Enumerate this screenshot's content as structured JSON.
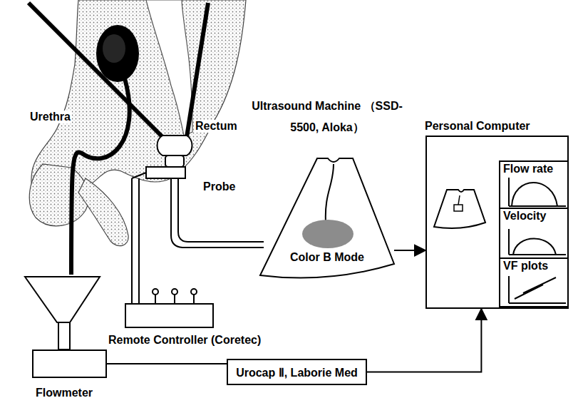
{
  "diagram": {
    "nodes": [
      {
        "text": [
          "Ultrasound Machine （SSD-5500, Aloka）",
          "Color B Mode"
        ]
      },
      {
        "text": [
          "Personal Computer"
        ]
      },
      {
        "text": [
          "Flow rate"
        ],
        "in": 1
      },
      {
        "text": [
          "Velocity"
        ],
        "in": 1
      },
      {
        "text": [
          "VF plots"
        ],
        "in": 1
      },
      {
        "text": [
          "Remote Controller (Coretec)"
        ]
      },
      {
        "text": [
          "Flowmeter"
        ]
      },
      {
        "text": [
          "Urocap Ⅱ, Laborie Med"
        ]
      }
    ],
    "edges": [
      {
        "from": 0,
        "to": 1,
        "arrow": "to"
      },
      {
        "from": 6,
        "to": 7,
        "arrow": "none"
      },
      {
        "from": 7,
        "to": 1,
        "arrow": "to"
      }
    ],
    "labels": [
      "Urethra",
      "Rectum",
      "Probe"
    ]
  }
}
